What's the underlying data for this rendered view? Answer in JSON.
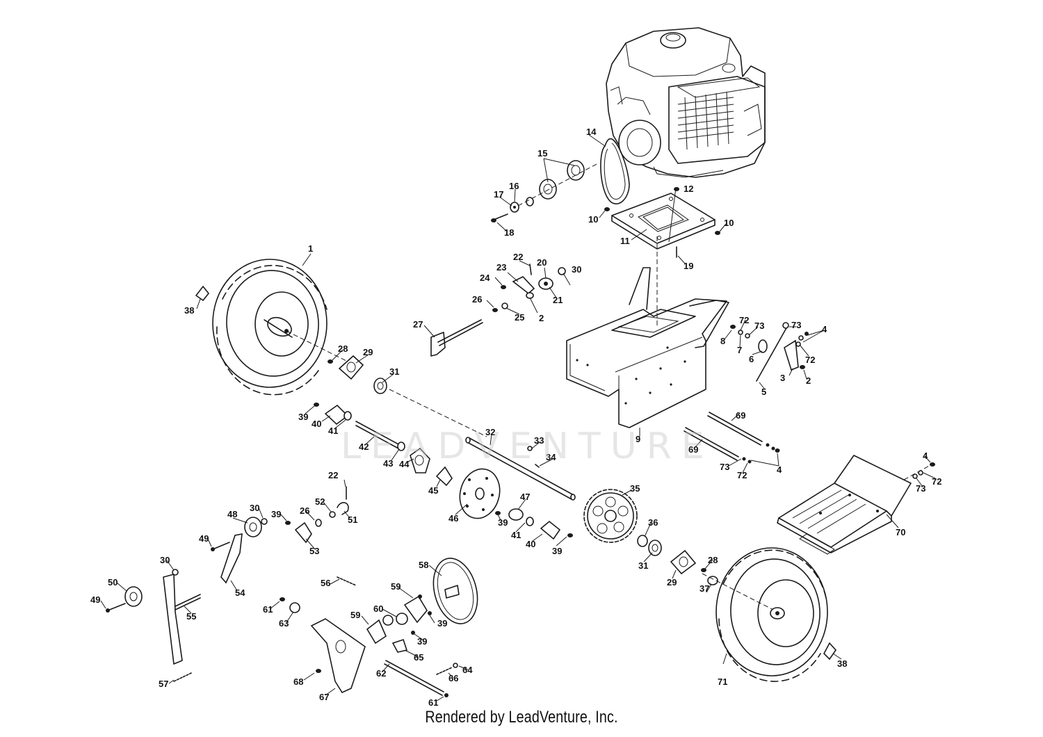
{
  "diagram": {
    "parts": [
      {
        "id": "p1",
        "text": "1"
      },
      {
        "id": "p2",
        "text": "2"
      },
      {
        "id": "p2b",
        "text": "2"
      },
      {
        "id": "p3",
        "text": "3"
      },
      {
        "id": "p4a",
        "text": "4"
      },
      {
        "id": "p4b",
        "text": "4"
      },
      {
        "id": "p4c",
        "text": "4"
      },
      {
        "id": "p5",
        "text": "5"
      },
      {
        "id": "p6",
        "text": "6"
      },
      {
        "id": "p7",
        "text": "7"
      },
      {
        "id": "p8",
        "text": "8"
      },
      {
        "id": "p9",
        "text": "9"
      },
      {
        "id": "p10a",
        "text": "10"
      },
      {
        "id": "p10b",
        "text": "10"
      },
      {
        "id": "p11",
        "text": "11"
      },
      {
        "id": "p12",
        "text": "12"
      },
      {
        "id": "p14",
        "text": "14"
      },
      {
        "id": "p15",
        "text": "15"
      },
      {
        "id": "p16",
        "text": "16"
      },
      {
        "id": "p17",
        "text": "17"
      },
      {
        "id": "p18",
        "text": "18"
      },
      {
        "id": "p19",
        "text": "19"
      },
      {
        "id": "p20",
        "text": "20"
      },
      {
        "id": "p21",
        "text": "21"
      },
      {
        "id": "p22a",
        "text": "22"
      },
      {
        "id": "p22b",
        "text": "22"
      },
      {
        "id": "p23",
        "text": "23"
      },
      {
        "id": "p24",
        "text": "24"
      },
      {
        "id": "p25",
        "text": "25"
      },
      {
        "id": "p26a",
        "text": "26"
      },
      {
        "id": "p26b",
        "text": "26"
      },
      {
        "id": "p27",
        "text": "27"
      },
      {
        "id": "p28a",
        "text": "28"
      },
      {
        "id": "p28b",
        "text": "28"
      },
      {
        "id": "p29a",
        "text": "29"
      },
      {
        "id": "p29b",
        "text": "29"
      },
      {
        "id": "p30a",
        "text": "30"
      },
      {
        "id": "p30b",
        "text": "30"
      },
      {
        "id": "p30c",
        "text": "30"
      },
      {
        "id": "p31a",
        "text": "31"
      },
      {
        "id": "p31b",
        "text": "31"
      },
      {
        "id": "p32",
        "text": "32"
      },
      {
        "id": "p33",
        "text": "33"
      },
      {
        "id": "p34",
        "text": "34"
      },
      {
        "id": "p35",
        "text": "35"
      },
      {
        "id": "p36",
        "text": "36"
      },
      {
        "id": "p37",
        "text": "37"
      },
      {
        "id": "p38a",
        "text": "38"
      },
      {
        "id": "p38b",
        "text": "38"
      },
      {
        "id": "p39a",
        "text": "39"
      },
      {
        "id": "p39b",
        "text": "39"
      },
      {
        "id": "p39c",
        "text": "39"
      },
      {
        "id": "p39d",
        "text": "39"
      },
      {
        "id": "p39e",
        "text": "39"
      },
      {
        "id": "p39f",
        "text": "39"
      },
      {
        "id": "p40a",
        "text": "40"
      },
      {
        "id": "p40b",
        "text": "40"
      },
      {
        "id": "p41a",
        "text": "41"
      },
      {
        "id": "p41b",
        "text": "41"
      },
      {
        "id": "p42",
        "text": "42"
      },
      {
        "id": "p43",
        "text": "43"
      },
      {
        "id": "p44",
        "text": "44"
      },
      {
        "id": "p45",
        "text": "45"
      },
      {
        "id": "p46",
        "text": "46"
      },
      {
        "id": "p47",
        "text": "47"
      },
      {
        "id": "p48",
        "text": "48"
      },
      {
        "id": "p49a",
        "text": "49"
      },
      {
        "id": "p49b",
        "text": "49"
      },
      {
        "id": "p50",
        "text": "50"
      },
      {
        "id": "p51",
        "text": "51"
      },
      {
        "id": "p52",
        "text": "52"
      },
      {
        "id": "p53",
        "text": "53"
      },
      {
        "id": "p54",
        "text": "54"
      },
      {
        "id": "p55",
        "text": "55"
      },
      {
        "id": "p56",
        "text": "56"
      },
      {
        "id": "p57",
        "text": "57"
      },
      {
        "id": "p58",
        "text": "58"
      },
      {
        "id": "p59a",
        "text": "59"
      },
      {
        "id": "p59b",
        "text": "59"
      },
      {
        "id": "p60",
        "text": "60"
      },
      {
        "id": "p61a",
        "text": "61"
      },
      {
        "id": "p61b",
        "text": "61"
      },
      {
        "id": "p62",
        "text": "62"
      },
      {
        "id": "p63",
        "text": "63"
      },
      {
        "id": "p64",
        "text": "64"
      },
      {
        "id": "p65",
        "text": "65"
      },
      {
        "id": "p66",
        "text": "66"
      },
      {
        "id": "p67",
        "text": "67"
      },
      {
        "id": "p68",
        "text": "68"
      },
      {
        "id": "p69a",
        "text": "69"
      },
      {
        "id": "p69b",
        "text": "69"
      },
      {
        "id": "p70",
        "text": "70"
      },
      {
        "id": "p71",
        "text": "71"
      },
      {
        "id": "p72a",
        "text": "72"
      },
      {
        "id": "p72b",
        "text": "72"
      },
      {
        "id": "p72c",
        "text": "72"
      },
      {
        "id": "p72d",
        "text": "72"
      },
      {
        "id": "p73a",
        "text": "73"
      },
      {
        "id": "p73b",
        "text": "73"
      },
      {
        "id": "p73c",
        "text": "73"
      },
      {
        "id": "p73d",
        "text": "73"
      }
    ]
  },
  "watermark": "LEADVENTURE",
  "footer": "Rendered by LeadVenture, Inc."
}
